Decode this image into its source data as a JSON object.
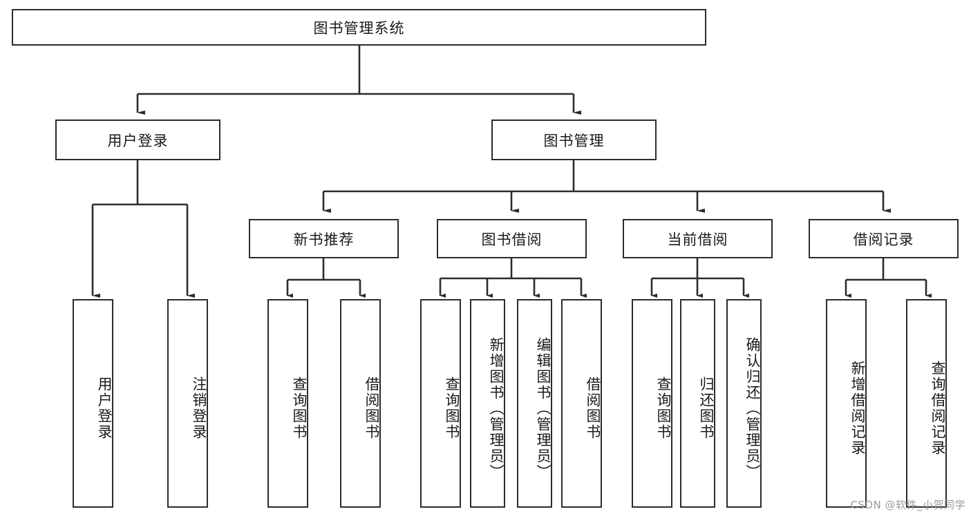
{
  "diagram": {
    "title": "图书管理系统",
    "type": "tree",
    "watermark": "CSDN @软件_小贺同学",
    "colors": {
      "stroke": "#2b2b2b",
      "fill": "#ffffff",
      "text": "#1a1a1a",
      "watermark": "#9a9a9a"
    },
    "nodes": {
      "root": "图书管理系统",
      "level2": {
        "user_login": "用户登录",
        "book_manage": "图书管理"
      },
      "level3": {
        "new_book_rec": "新书推荐",
        "book_borrow": "图书借阅",
        "current_borrow": "当前借阅",
        "borrow_record": "借阅记录"
      },
      "leaves": {
        "user_login_1": "用户登录",
        "user_login_2": "注销登录",
        "new_book_1": "查询图书",
        "new_book_2": "借阅图书",
        "borrow_1": "查询图书",
        "borrow_2": "新增图书（管理员）",
        "borrow_3": "编辑图书（管理员）",
        "borrow_4": "借阅图书",
        "current_1": "查询图书",
        "current_2": "归还图书",
        "current_3": "确认归还（管理员）",
        "record_1": "新增借阅记录",
        "record_2": "查询借阅记录"
      }
    }
  }
}
